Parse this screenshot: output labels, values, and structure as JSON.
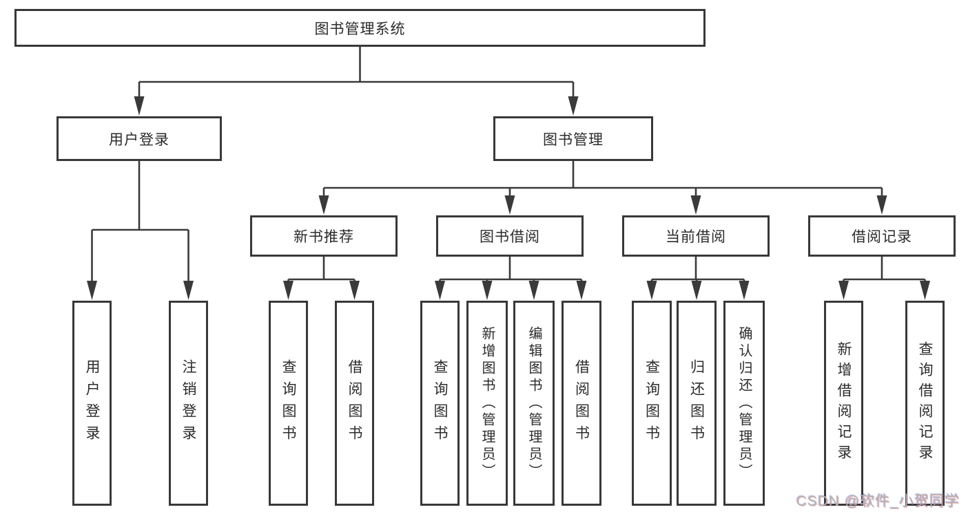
{
  "watermark": "CSDN @软件_小贺同学",
  "colors": {
    "line": "#3a3a3a",
    "box_border": "#383838",
    "text": "#2b2b2b",
    "background": "#ffffff",
    "watermark_text": "#b2b2b2"
  },
  "tree": {
    "root": "图书管理系统",
    "level2": {
      "user_login": "用户登录",
      "book_mgmt": "图书管理"
    },
    "level3": {
      "new_book_rec": "新书推荐",
      "book_borrow": "图书借阅",
      "current_borrow": "当前借阅",
      "borrow_record": "借阅记录"
    },
    "leaves": {
      "login": "用户登录",
      "logout": "注销登录",
      "rec_query": "查询图书",
      "rec_borrow": "借阅图书",
      "bb_query": "查询图书",
      "bb_add": "新增图书（管理员）",
      "bb_edit": "编辑图书（管理员）",
      "bb_borrow": "借阅图书",
      "cur_query": "查询图书",
      "cur_return": "归还图书",
      "cur_confirm": "确认归还（管理员）",
      "rr_add": "新增借阅记录",
      "rr_query": "查询借阅记录"
    }
  }
}
